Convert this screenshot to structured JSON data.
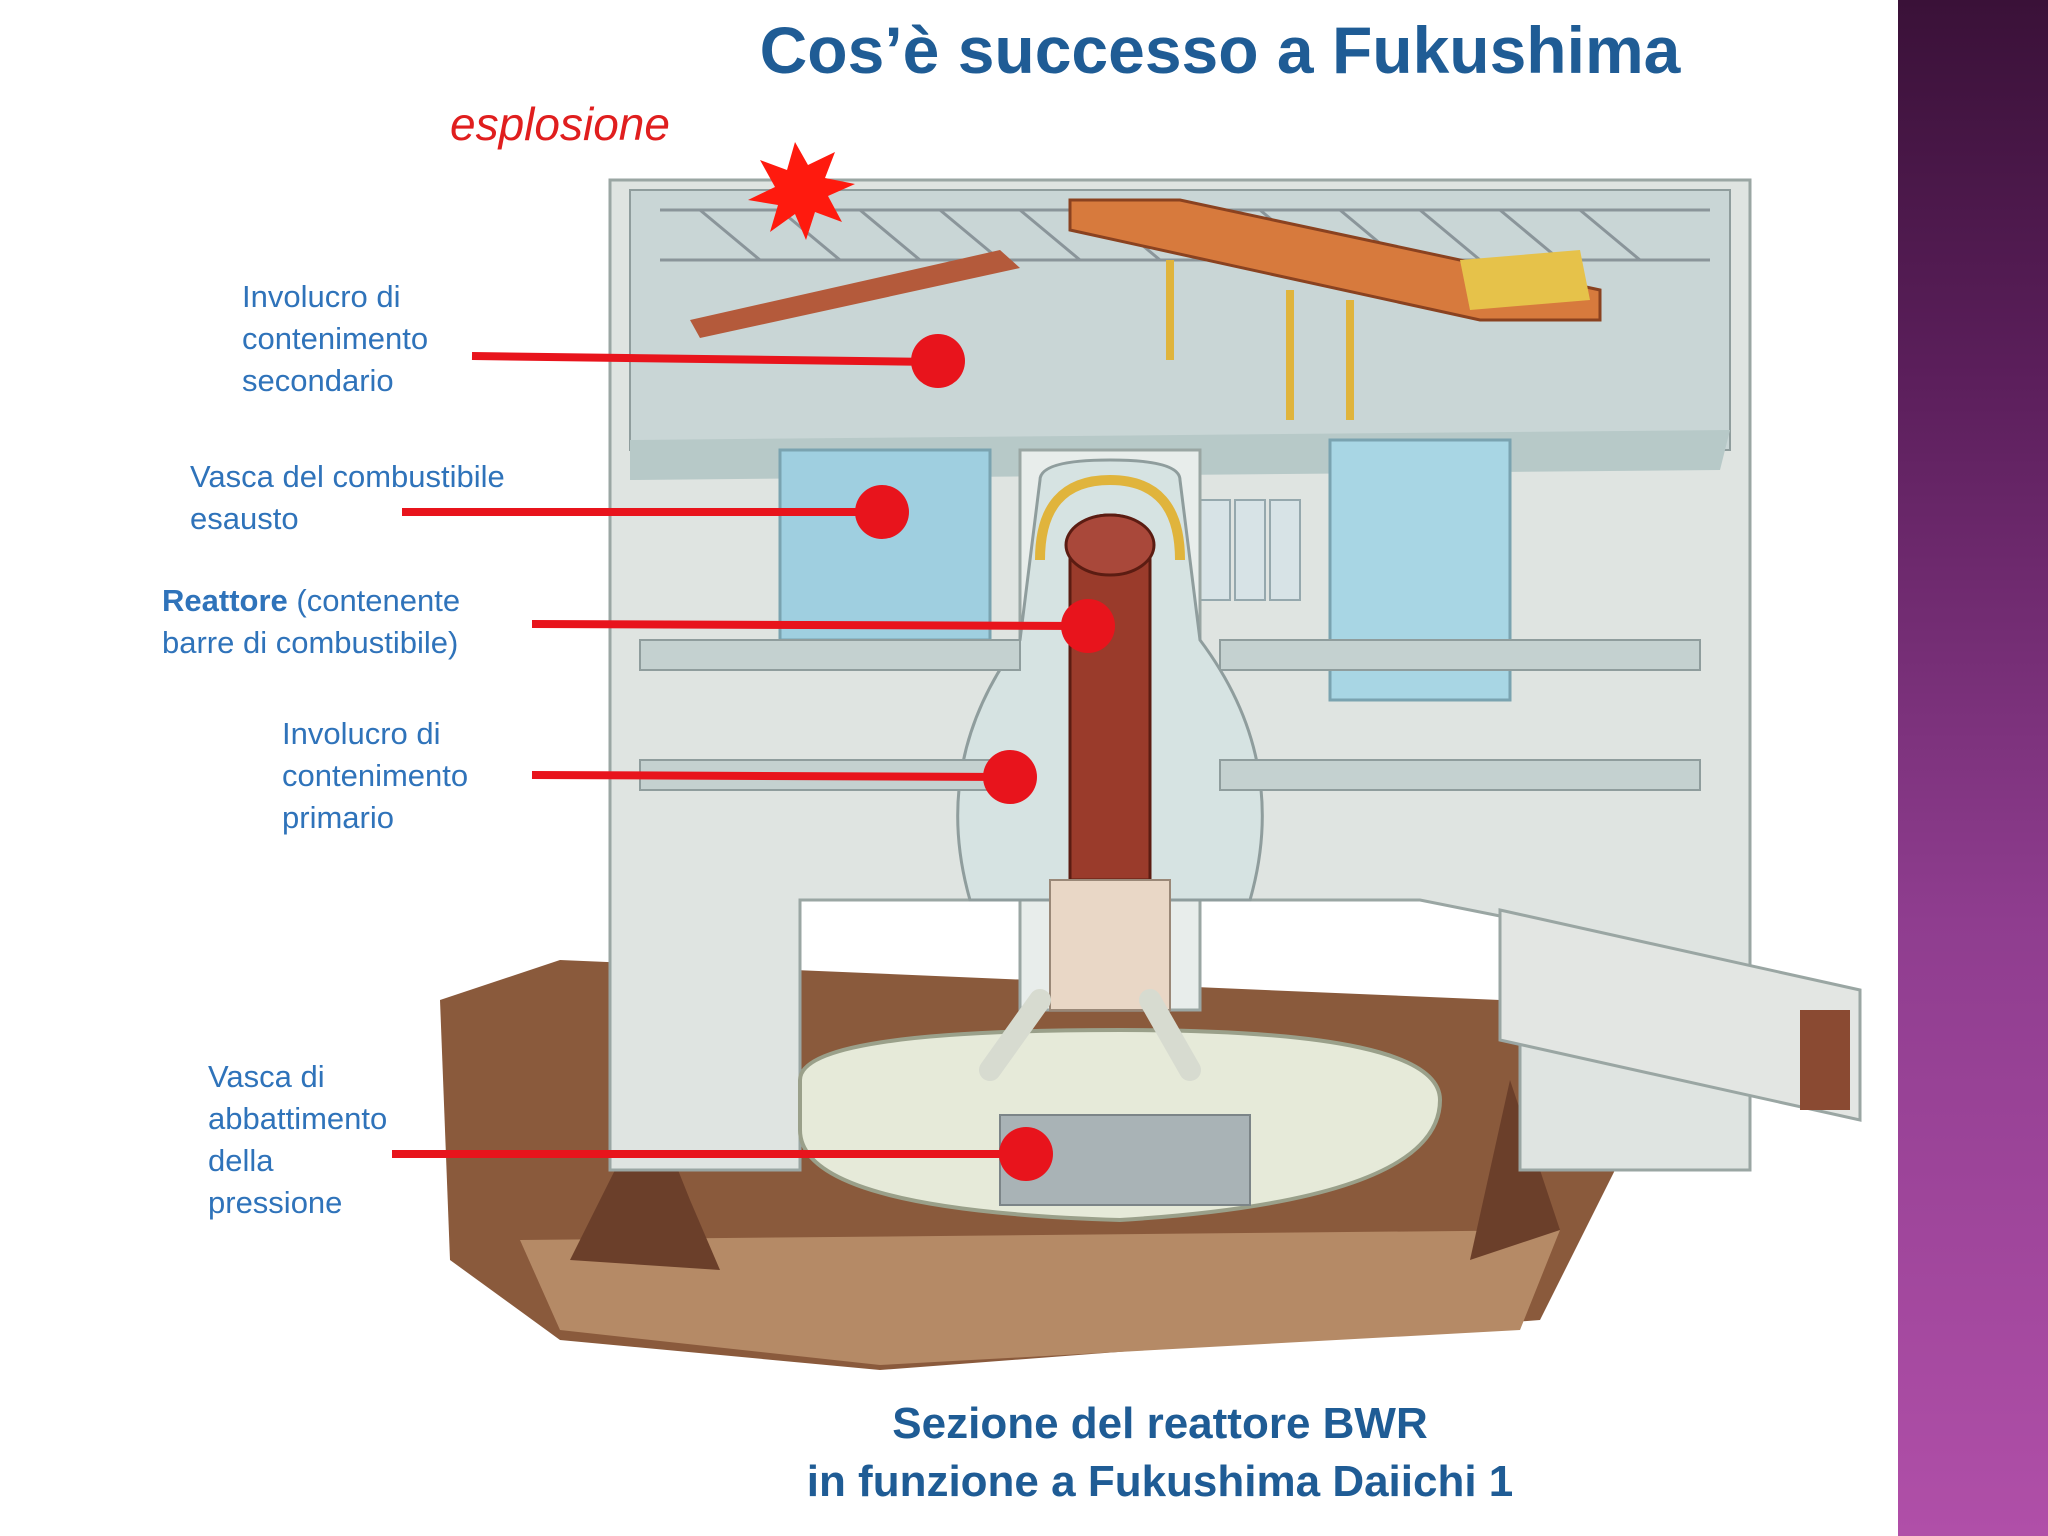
{
  "title": "Cos’è successo a Fukushima",
  "explosion_label": "esplosione",
  "callouts": {
    "secondary_containment": "Involucro di\ncontenimento\nsecondario",
    "spent_fuel_pool": "Vasca del combustibile\nesausto",
    "reactor_bold": "Reattore",
    "reactor_rest": " (contenente\nbarre di combustibile)",
    "primary_containment": "Involucro di\ncontenimento\nprimario",
    "suppression_pool": "Vasca di\nabbattimento\ndella\npressione"
  },
  "caption": {
    "line1": "Sezione del reattore BWR",
    "line2": "in funzione a Fukushima Daiichi 1"
  },
  "colors": {
    "title": "#1f5c95",
    "callout_text": "#2f73ba",
    "leader_line": "#e8141c",
    "explosion": "#e01e1e",
    "side_panel_top": "#3a1138",
    "side_panel_bottom": "#b04fa8"
  }
}
